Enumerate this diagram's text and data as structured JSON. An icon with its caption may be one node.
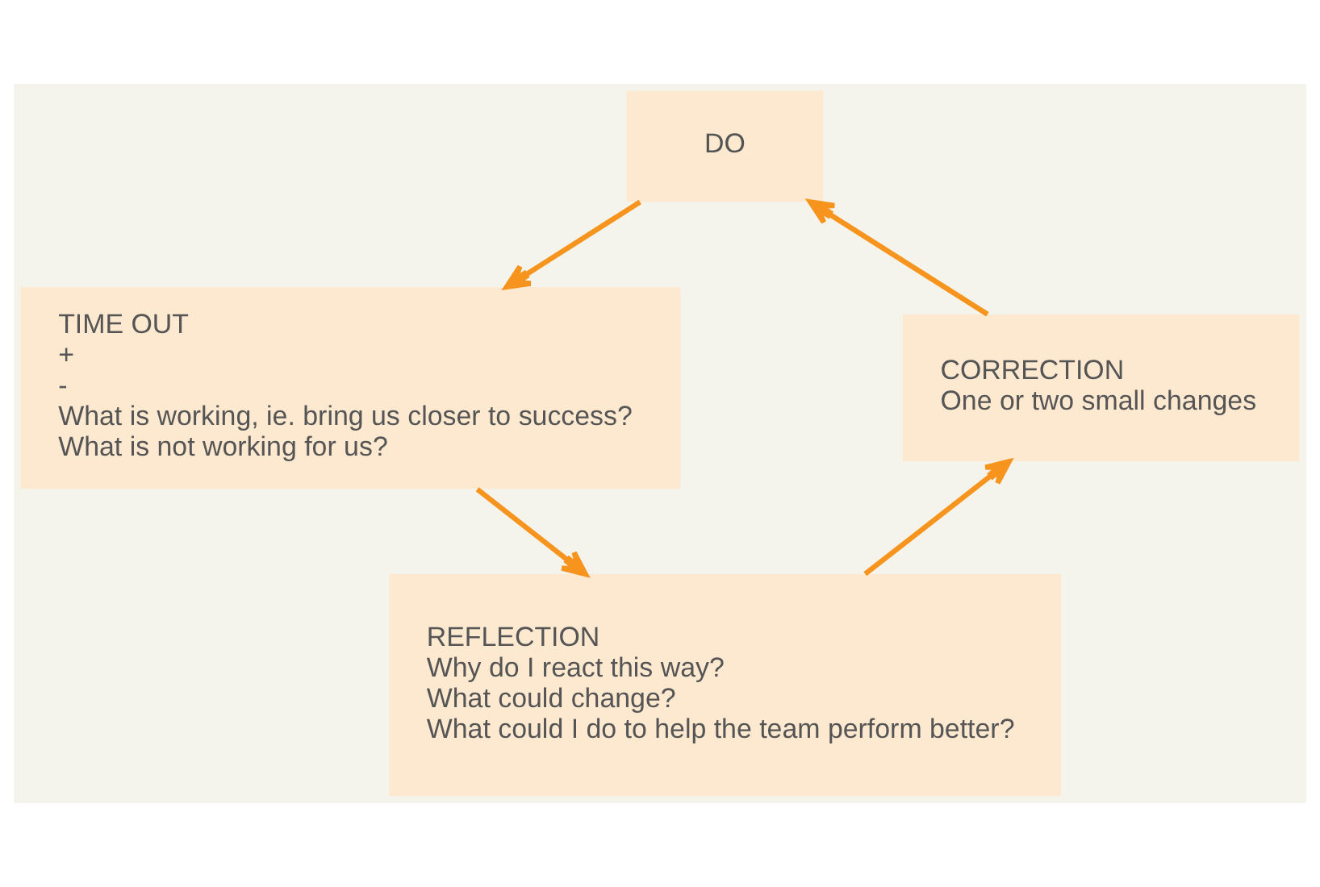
{
  "diagram": {
    "nodes": [
      {
        "text": [
          "DO"
        ]
      },
      {
        "text": [
          "TIME OUT",
          "+",
          "-",
          "What is working, ie. bring us closer to success?",
          "What is not working for us?"
        ]
      },
      {
        "text": [
          "REFLECTION",
          "Why do I react this way?",
          "What could change?",
          "What could I do to help the team perform better?"
        ]
      },
      {
        "text": [
          "CORRECTION",
          "One or two small changes"
        ]
      }
    ],
    "edges": [
      {
        "from": 0,
        "to": 1,
        "arrow": "to",
        "color": "#f7941d"
      },
      {
        "from": 1,
        "to": 2,
        "arrow": "to",
        "color": "#f7941d"
      },
      {
        "from": 2,
        "to": 3,
        "arrow": "to",
        "color": "#f7941d"
      },
      {
        "from": 3,
        "to": 0,
        "arrow": "to",
        "color": "#f7941d"
      }
    ]
  }
}
